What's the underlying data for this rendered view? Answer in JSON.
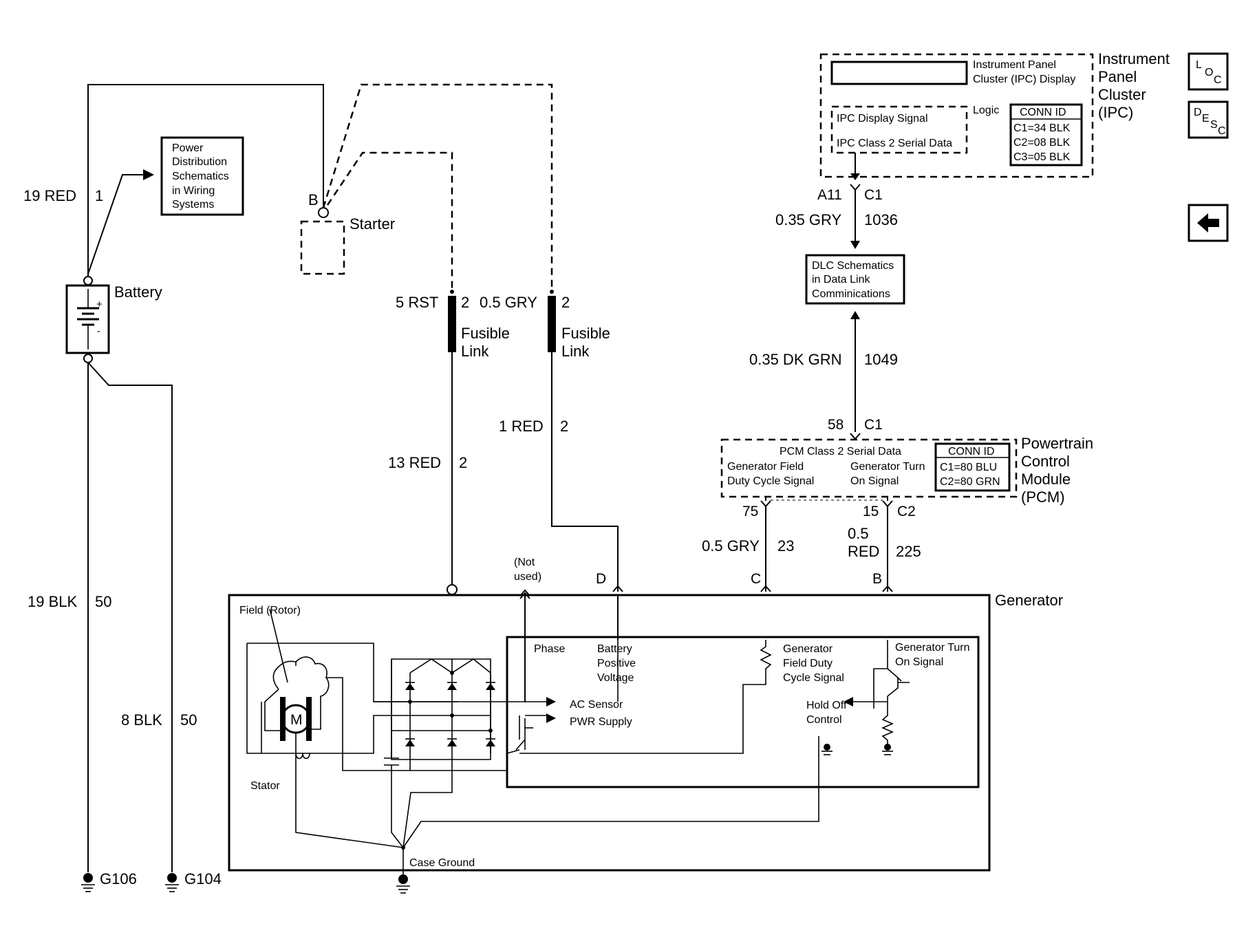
{
  "nav": {
    "loc": [
      "L",
      "O",
      "C"
    ],
    "desc": [
      "D",
      "E",
      "S",
      "C"
    ],
    "back_icon": "left-arrow-icon"
  },
  "battery": {
    "label": "Battery",
    "top_wire": {
      "size": "19 RED",
      "circuit": "1"
    },
    "gnd_wire1": {
      "size": "19 BLK",
      "circuit": "50"
    },
    "gnd_wire2": {
      "size": "8 BLK",
      "circuit": "50"
    },
    "ground1": "G106",
    "ground2": "G104"
  },
  "power_dist": [
    "Power",
    "Distribution",
    "Schematics",
    "in Wiring",
    "Systems"
  ],
  "starter": {
    "label": "Starter",
    "terminal": "B"
  },
  "fusible1": {
    "size": "5 RST",
    "circuit": "2",
    "label": [
      "Fusible",
      "Link"
    ]
  },
  "fusible2": {
    "size": "0.5 GRY",
    "circuit": "2",
    "label": [
      "Fusible",
      "Link"
    ]
  },
  "wire_13red": {
    "size": "13 RED",
    "circuit": "2"
  },
  "wire_1red": {
    "size": "1 RED",
    "circuit": "2"
  },
  "ipc": {
    "title": [
      "Instrument",
      "Panel",
      "Cluster",
      "(IPC)"
    ],
    "display_label": [
      "Instrument Panel",
      "Cluster (IPC) Display"
    ],
    "logic_label": "Logic",
    "signal1": "IPC Display Signal",
    "signal2": "IPC Class 2 Serial Data",
    "conn_header": "CONN ID",
    "conn": [
      "C1=34 BLK",
      "C2=08 BLK",
      "C3=05 BLK"
    ],
    "pin": "A11",
    "connector": "C1",
    "wire": {
      "size": "0.35 GRY",
      "circuit": "1036"
    }
  },
  "dlc": [
    "DLC Schematics",
    "in Data Link",
    "Comminications"
  ],
  "dlc_wire": {
    "size": "0.35 DK GRN",
    "circuit": "1049"
  },
  "pcm": {
    "title": [
      "Powertrain",
      "Control",
      "Module",
      "(PCM)"
    ],
    "pin_top": "58",
    "connector_top": "C1",
    "serial": "PCM Class 2 Serial Data",
    "field_signal": [
      "Generator Field",
      "Duty Cycle Signal"
    ],
    "turn_on": [
      "Generator Turn",
      "On Signal"
    ],
    "conn_header": "CONN ID",
    "conn": [
      "C1=80 BLU",
      "C2=80 GRN"
    ],
    "pin_left": "75",
    "pin_right": "15",
    "connector_right": "C2"
  },
  "wire_gry23": {
    "size": "0.5 GRY",
    "circuit": "23"
  },
  "wire_red225": {
    "size": [
      "0.5",
      "RED"
    ],
    "circuit": "225"
  },
  "generator": {
    "title": "Generator",
    "not_used": [
      "(Not",
      "used)"
    ],
    "term_d": "D",
    "term_c": "C",
    "term_b": "B",
    "field_rotor": "Field (Rotor)",
    "motor": "M",
    "stator": "Stator",
    "phase": "Phase",
    "battery_positive": [
      "Battery",
      "Positive",
      "Voltage"
    ],
    "field_duty": [
      "Generator",
      "Field Duty",
      "Cycle Signal"
    ],
    "turn_on": [
      "Generator Turn",
      "On Signal"
    ],
    "ac_sensor": "AC Sensor",
    "pwr_supply": "PWR Supply",
    "hold_off": [
      "Hold Off",
      "Control"
    ],
    "case_ground": "Case Ground"
  }
}
